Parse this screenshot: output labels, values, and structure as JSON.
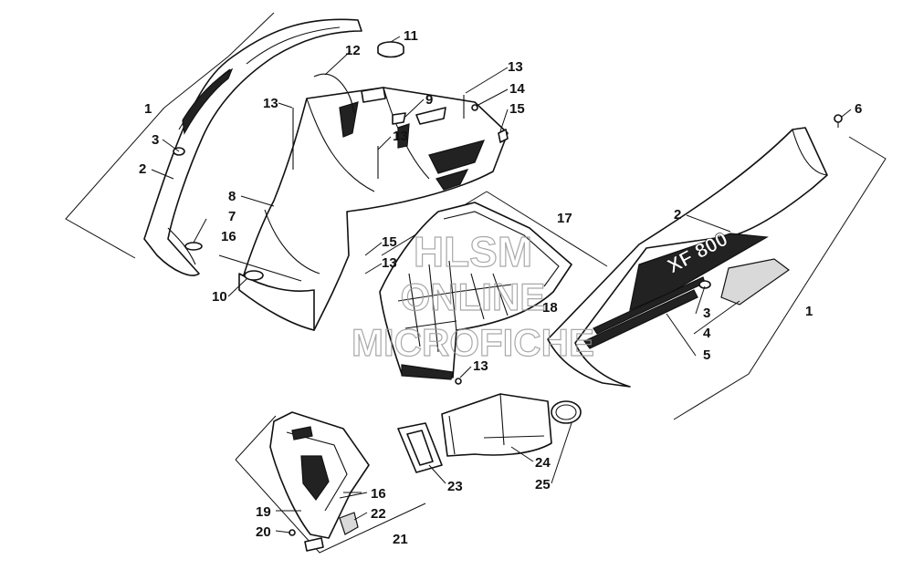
{
  "watermark": {
    "line1": "HLSM",
    "line2": "ONLINE",
    "line3": "MICROFICHE"
  },
  "decal_text": "XF 800",
  "callouts": [
    {
      "id": "c1a",
      "label": "1"
    },
    {
      "id": "c3a",
      "label": "3"
    },
    {
      "id": "c2a",
      "label": "2"
    },
    {
      "id": "c8",
      "label": "8"
    },
    {
      "id": "c7",
      "label": "7"
    },
    {
      "id": "c16a",
      "label": "16"
    },
    {
      "id": "c10",
      "label": "10"
    },
    {
      "id": "c12",
      "label": "12"
    },
    {
      "id": "c11",
      "label": "11"
    },
    {
      "id": "c13a",
      "label": "13"
    },
    {
      "id": "c9",
      "label": "9"
    },
    {
      "id": "c13b",
      "label": "13"
    },
    {
      "id": "c13c",
      "label": "13"
    },
    {
      "id": "c14",
      "label": "14"
    },
    {
      "id": "c15a",
      "label": "15"
    },
    {
      "id": "c17",
      "label": "17"
    },
    {
      "id": "c15b",
      "label": "15"
    },
    {
      "id": "c13d",
      "label": "13"
    },
    {
      "id": "c18",
      "label": "18"
    },
    {
      "id": "c13e",
      "label": "13"
    },
    {
      "id": "c6",
      "label": "6"
    },
    {
      "id": "c2b",
      "label": "2"
    },
    {
      "id": "c3b",
      "label": "3"
    },
    {
      "id": "c4",
      "label": "4"
    },
    {
      "id": "c5",
      "label": "5"
    },
    {
      "id": "c1b",
      "label": "1"
    },
    {
      "id": "c23",
      "label": "23"
    },
    {
      "id": "c24",
      "label": "24"
    },
    {
      "id": "c25",
      "label": "25"
    },
    {
      "id": "c16b",
      "label": "16"
    },
    {
      "id": "c19",
      "label": "19"
    },
    {
      "id": "c22",
      "label": "22"
    },
    {
      "id": "c20",
      "label": "20"
    },
    {
      "id": "c21",
      "label": "21"
    }
  ]
}
